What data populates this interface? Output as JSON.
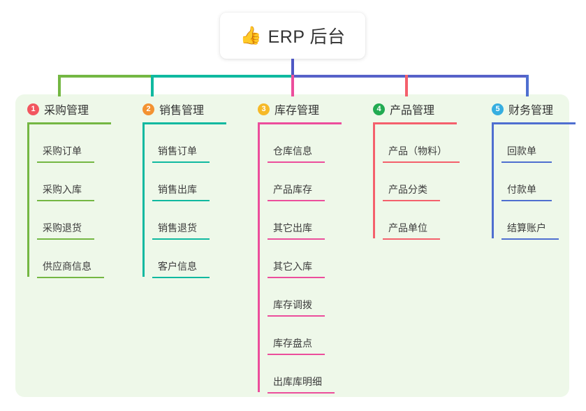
{
  "root": {
    "icon": "thumbs-up-icon",
    "emoji": "👍",
    "title": "ERP 后台"
  },
  "panel": {
    "background_color": "#eef8e9"
  },
  "connectors": {
    "stem_color": "#4e57c4",
    "bar_colors": [
      "#74b743",
      "#10b9a0",
      "#5762c9"
    ],
    "drop_colors": [
      "#74b743",
      "#10b9a0",
      "#ec4e9c",
      "#f4606c",
      "#4f6fd0"
    ]
  },
  "columns": [
    {
      "number": "1",
      "title": "采购管理",
      "badge_color": "#f2565f",
      "rule_color": "#74b743",
      "head_rule_width": 120,
      "spine_height": 218,
      "items": [
        {
          "label": "采购订单",
          "rule_width": 82
        },
        {
          "label": "采购入库",
          "rule_width": 82
        },
        {
          "label": "采购退货",
          "rule_width": 82
        },
        {
          "label": "供应商信息",
          "rule_width": 96
        }
      ]
    },
    {
      "number": "2",
      "title": "销售管理",
      "badge_color": "#f39232",
      "rule_color": "#10b9a0",
      "head_rule_width": 120,
      "spine_height": 218,
      "items": [
        {
          "label": "销售订单",
          "rule_width": 82
        },
        {
          "label": "销售出库",
          "rule_width": 82
        },
        {
          "label": "销售退货",
          "rule_width": 82
        },
        {
          "label": "客户信息",
          "rule_width": 82
        }
      ]
    },
    {
      "number": "3",
      "title": "库存管理",
      "badge_color": "#f6b928",
      "rule_color": "#ec4e9c",
      "head_rule_width": 120,
      "spine_height": 383,
      "items": [
        {
          "label": "仓库信息",
          "rule_width": 82
        },
        {
          "label": "产品库存",
          "rule_width": 82
        },
        {
          "label": "其它出库",
          "rule_width": 82
        },
        {
          "label": "其它入库",
          "rule_width": 82
        },
        {
          "label": "库存调拨",
          "rule_width": 82
        },
        {
          "label": "库存盘点",
          "rule_width": 82
        },
        {
          "label": "出库库明细",
          "rule_width": 96
        }
      ]
    },
    {
      "number": "4",
      "title": "产品管理",
      "badge_color": "#22ab52",
      "rule_color": "#f4606c",
      "head_rule_width": 120,
      "spine_height": 163,
      "items": [
        {
          "label": "产品（物料）",
          "rule_width": 110
        },
        {
          "label": "产品分类",
          "rule_width": 82
        },
        {
          "label": "产品单位",
          "rule_width": 82
        }
      ]
    },
    {
      "number": "5",
      "title": "财务管理",
      "badge_color": "#36aee0",
      "rule_color": "#4f6fd0",
      "head_rule_width": 120,
      "spine_height": 163,
      "items": [
        {
          "label": "回款单",
          "rule_width": 72
        },
        {
          "label": "付款单",
          "rule_width": 72
        },
        {
          "label": "结算账户",
          "rule_width": 82
        }
      ]
    }
  ]
}
